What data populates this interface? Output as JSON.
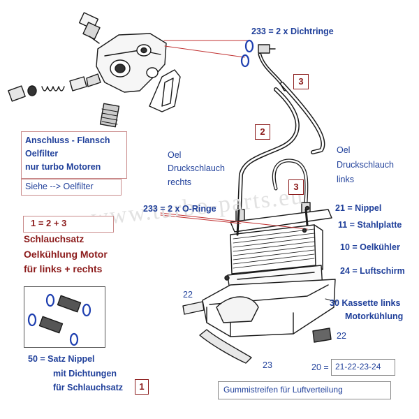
{
  "watermark": "www.turbo-parts.eu",
  "labels": {
    "dichtringe": "233 = 2 x   Dichtringe",
    "anschluss_1": "Anschluss - Flansch",
    "anschluss_2": "Oelfilter",
    "anschluss_3": "nur turbo Motoren",
    "siehe": "Siehe --> Oelfilter",
    "oel_rechts_1": "Oel",
    "oel_rechts_2": "Druckschlauch",
    "oel_rechts_3": "rechts",
    "oel_links_1": "Oel",
    "oel_links_2": "Druckschlauch",
    "oel_links_3": "links",
    "oringe": "233 = 2 x O-Ringe",
    "nippel": "21 = Nippel",
    "stahlplatte": "11 = Stahlplatte",
    "oelkuehler": "10 = Oelkühler",
    "luftschirm": "24 = Luftschirm",
    "kassette_1": "30  Kassette links",
    "kassette_2": "Motorkühlung",
    "formula": "1  =  2 + 3",
    "schlauch_1": "Schlauchsatz",
    "schlauch_2": "Oelkühlung Motor",
    "schlauch_3": "für  links + rechts",
    "satz_1": "50 =  Satz Nippel",
    "satz_2": "mit Dichtungen",
    "satz_3": "für Schlauchsatz",
    "n22a": "22",
    "n22b": "22",
    "n23": "23",
    "n20": "20 =",
    "n20_value": "21-22-23-24",
    "gummi": "Gummistreifen für Luftverteilung"
  },
  "boxes": {
    "box_3_top": "3",
    "box_2": "2",
    "box_3_mid": "3",
    "box_1": "1"
  },
  "colors": {
    "text_blue": "#1f3f9a",
    "text_red": "#8b1a1a",
    "oring_blue": "#1e3fb0",
    "leader_red": "#c03030"
  }
}
